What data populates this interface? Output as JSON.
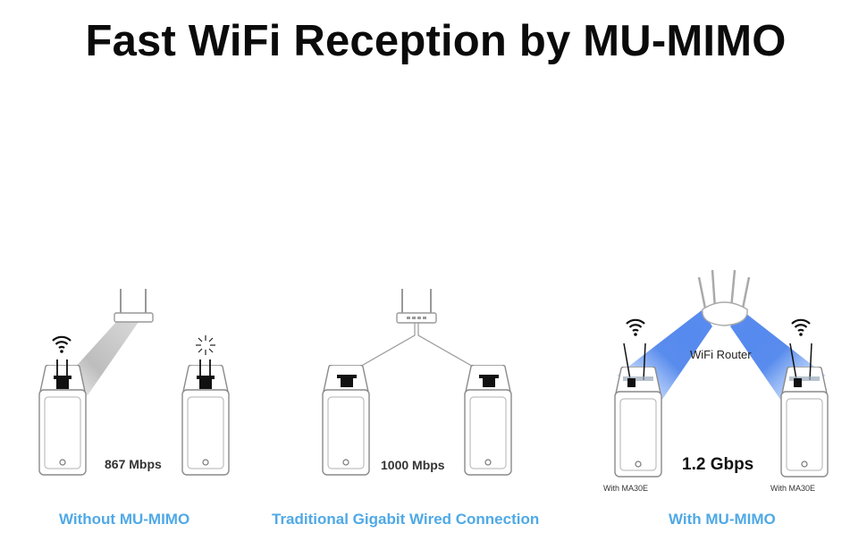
{
  "title": "Fast WiFi Reception by MU-MIMO",
  "sections": [
    {
      "caption": "Without MU-MIMO",
      "speed": "867 Mbps"
    },
    {
      "caption": "Traditional Gigabit Wired Connection",
      "speed": "1000 Mbps"
    },
    {
      "caption": "With MU-MIMO",
      "speed": "1.2 Gbps",
      "router_label": "WiFi Router",
      "device_labels": [
        "With MA30E",
        "With MA30E"
      ]
    }
  ],
  "colors": {
    "caption": "#4fa9e6",
    "beam": "#2f6fe8",
    "device_outline": "#8a8a8a"
  }
}
